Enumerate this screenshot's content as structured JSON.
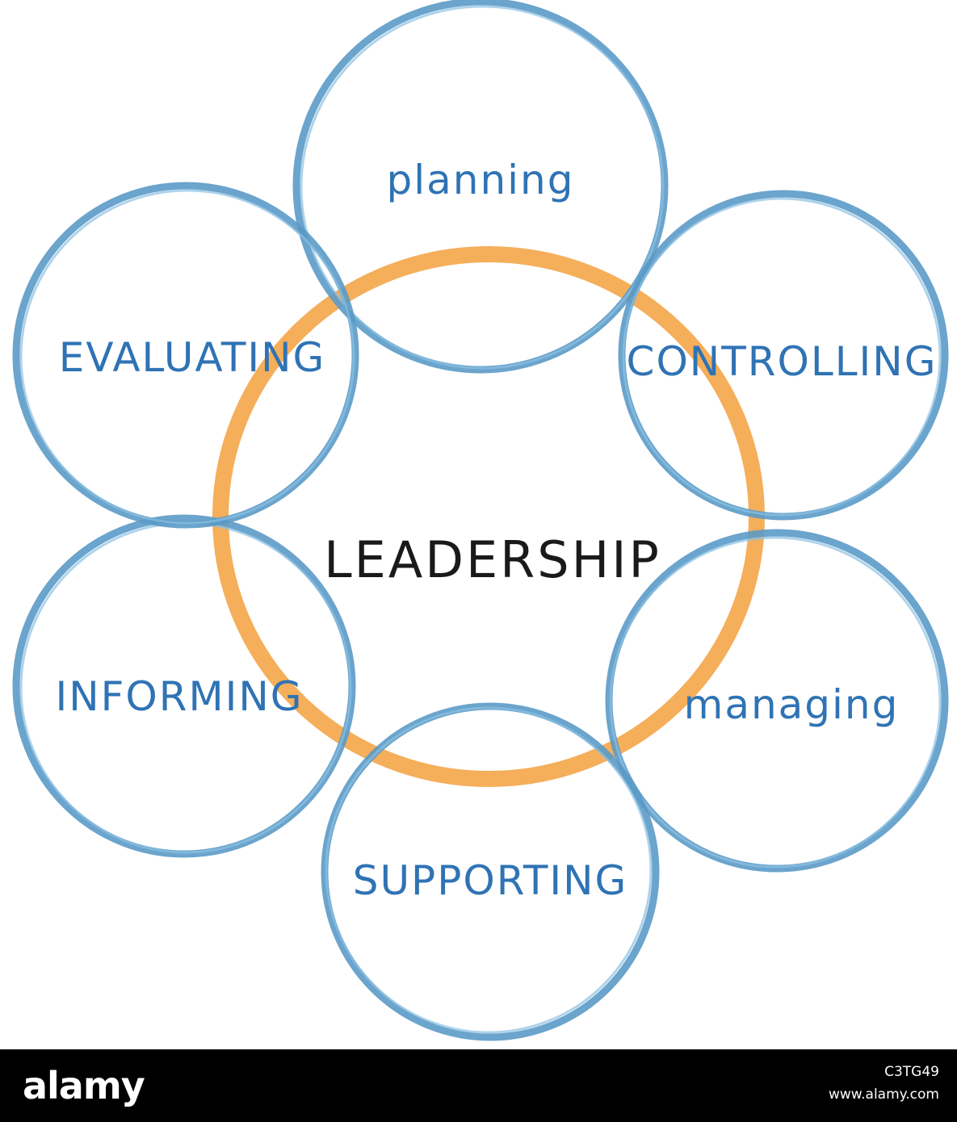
{
  "diagram": {
    "center_label": "LEADERSHIP",
    "nodes": [
      {
        "key": "planning",
        "label": "planning"
      },
      {
        "key": "controlling",
        "label": "CONTROLLING"
      },
      {
        "key": "managing",
        "label": "managing"
      },
      {
        "key": "supporting",
        "label": "SUPPORTING"
      },
      {
        "key": "informing",
        "label": "INFORMING"
      },
      {
        "key": "evaluating",
        "label": "EVALUATING"
      }
    ],
    "colors": {
      "node_ring": "#5b9ac6",
      "center_ring": "#f5ae5a",
      "node_text": "#2f73b4",
      "center_text": "#1a1a1a"
    }
  },
  "footer": {
    "logo_text": "alamy",
    "stock_id": "C3TG49",
    "url": "www.alamy.com"
  }
}
